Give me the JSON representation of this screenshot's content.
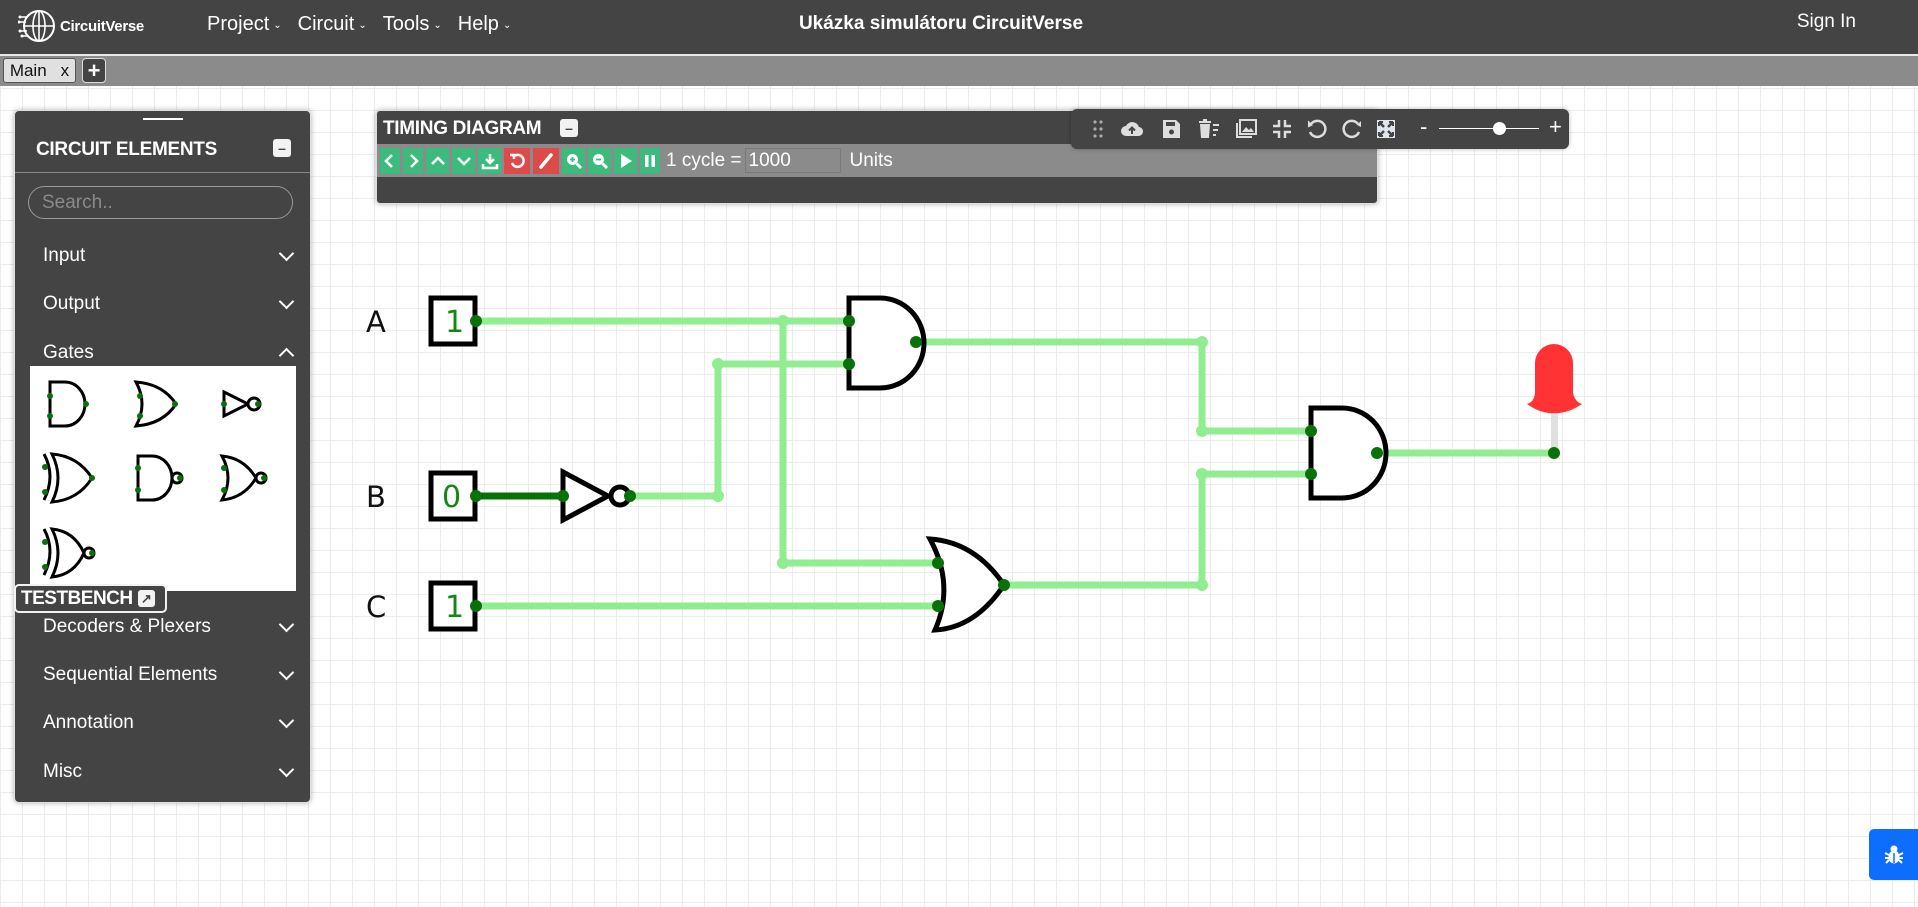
{
  "navbar": {
    "logo_text": "CircuitVerse",
    "menu": [
      {
        "label": "Project"
      },
      {
        "label": "Circuit"
      },
      {
        "label": "Tools"
      },
      {
        "label": "Help"
      }
    ],
    "project_title": "Ukázka simulátoru CircuitVerse",
    "sign_in": "Sign In"
  },
  "tabs": {
    "items": [
      {
        "label": "Main",
        "close": "x"
      }
    ],
    "add": "+"
  },
  "elements_panel": {
    "title": "CIRCUIT ELEMENTS",
    "minimize": "–",
    "search_placeholder": "Search..",
    "categories": [
      {
        "label": "Input",
        "expanded": false
      },
      {
        "label": "Output",
        "expanded": false
      },
      {
        "label": "Gates",
        "expanded": true
      },
      {
        "label": "Decoders & Plexers",
        "expanded": false
      },
      {
        "label": "Sequential Elements",
        "expanded": false
      },
      {
        "label": "Annotation",
        "expanded": false
      },
      {
        "label": "Misc",
        "expanded": false
      }
    ],
    "gates": [
      "AND",
      "OR",
      "NOT",
      "XOR",
      "NAND",
      "NOR",
      "XNOR"
    ]
  },
  "testbench": {
    "label": "TESTBENCH"
  },
  "timing_diagram": {
    "title": "TIMING DIAGRAM",
    "minimize": "–",
    "buttons": [
      "left",
      "right",
      "up",
      "down",
      "download",
      "reset",
      "eraser",
      "zoom-in",
      "zoom-out",
      "play",
      "pause"
    ],
    "cycle_label": "1 cycle =",
    "cycle_value": "1000",
    "units_label": "Units"
  },
  "toolbar": {
    "tools": [
      "drag-handle",
      "upload-cloud",
      "save",
      "delete-all",
      "export-image",
      "fit-screen",
      "undo",
      "redo",
      "fullscreen"
    ],
    "zoom_minus": "-",
    "zoom_plus": "+",
    "zoom_level": 0.6
  },
  "circuit": {
    "inputs": [
      {
        "label": "A",
        "value": "1"
      },
      {
        "label": "B",
        "value": "0"
      },
      {
        "label": "C",
        "value": "1"
      }
    ],
    "gates": [
      "NOT",
      "AND",
      "OR",
      "AND"
    ],
    "output": {
      "type": "LED",
      "state": "on"
    },
    "colors": {
      "wire_high": "#90ee90",
      "wire_low": "#087208",
      "node": "#087208",
      "led": "#ff3333",
      "gate_stroke": "#000000"
    }
  },
  "bug_report": {
    "icon": "bug-icon"
  }
}
